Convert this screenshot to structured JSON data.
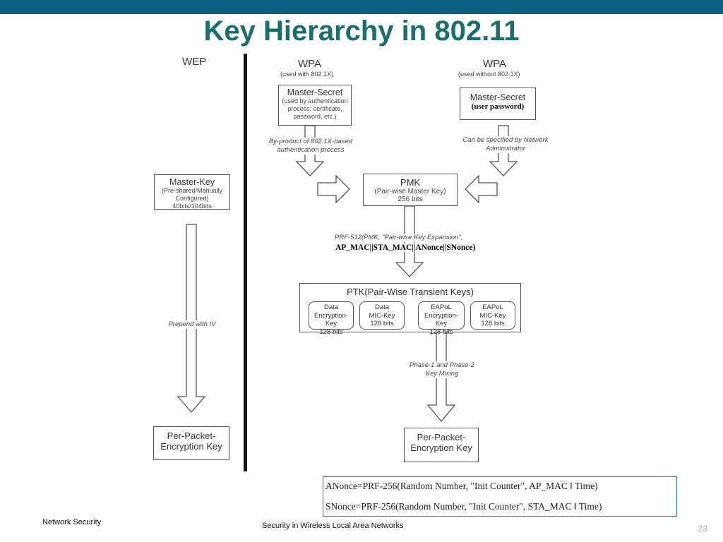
{
  "title": "Key Hierarchy in 802.11",
  "wep": {
    "header": "WEP",
    "master_key": {
      "title": "Master-Key",
      "line1": "(Pre-shared/Manually",
      "line2": "Configured)",
      "line3": "40bits/104bits"
    },
    "prepend": "Prepend with IV",
    "per_packet": {
      "line1": "Per-Packet-",
      "line2": "Encryption Key"
    }
  },
  "wpa_left": {
    "header": "WPA",
    "sub": "(used with 802.1X)",
    "master_secret": {
      "title": "Master-Secret",
      "line1": "(used by authentication",
      "line2": "process; certificate,",
      "line3": "password, etc.)"
    },
    "note_line1": "By-product of 802.1X-based",
    "note_line2": "authentication process"
  },
  "wpa_right": {
    "header": "WPA",
    "sub": "(used without 802.1X)",
    "master_secret": {
      "title": "Master-Secret",
      "line1": "(user password)"
    },
    "note_line1": "Can be specified by Network",
    "note_line2": "Administrator"
  },
  "pmk": {
    "title": "PMK",
    "line1": "(Pair-wise Master Key)",
    "line2": "256 bits"
  },
  "prf": {
    "line1": "PRF-512(PMK, \"Pair-wise Key Expansion\",",
    "line2": "AP_MAC||STA_MAC||ANonce||SNonce)"
  },
  "ptk": {
    "title": "PTK(Pair-Wise Transient Keys)",
    "keys": [
      {
        "l1": "Data",
        "l2": "Encryption-Key",
        "l3": "128 bits"
      },
      {
        "l1": "Data",
        "l2": "MIC-Key",
        "l3": "128 bits"
      },
      {
        "l1": "EAPoL",
        "l2": "Encryption-Key",
        "l3": "128 bits"
      },
      {
        "l1": "EAPoL",
        "l2": "MIC-Key",
        "l3": "128 bits"
      }
    ]
  },
  "phase": {
    "line1": "Phase-1 and Phase-2",
    "line2": "Key Mixing"
  },
  "per_packet_right": {
    "line1": "Per-Packet-",
    "line2": "Encryption Key"
  },
  "formulas": {
    "anonce": "ANonce=PRF-256(Random Number, \"Init Counter\", AP_MAC ‖ Time)",
    "snonce": "SNonce=PRF-256(Random Number, \"Init Counter\", STA_MAC ‖ Time)"
  },
  "footer": {
    "left": "Network Security",
    "center": "Security  in  Wireless  Local  Area Networks",
    "page": "23"
  }
}
